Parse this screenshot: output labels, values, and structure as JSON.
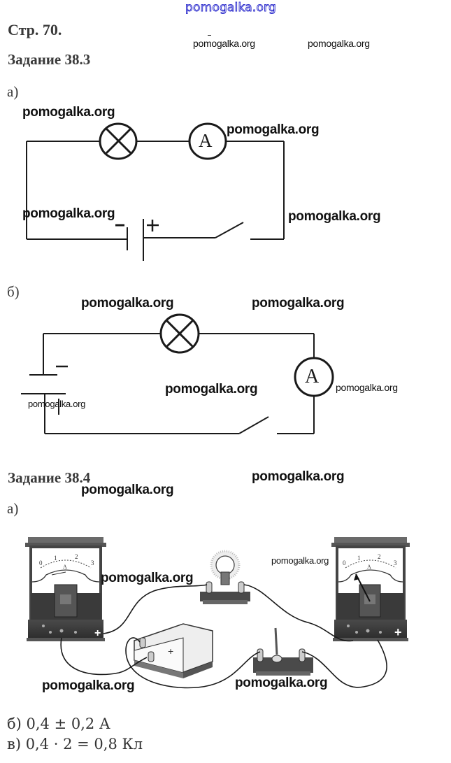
{
  "header": {
    "site_watermark": "pomogalka.org"
  },
  "page": {
    "title": "Стр. 70."
  },
  "tasks": [
    {
      "title": "Задание 38.3",
      "parts": [
        {
          "label": "а)",
          "diagram": "series circuit: battery, lamp, ammeter, open switch"
        },
        {
          "label": "б)",
          "diagram": "series circuit: battery, lamp, ammeter, open switch"
        }
      ]
    },
    {
      "title": "Задание 38.4",
      "parts": [
        {
          "label": "а)",
          "diagram": "assembled circuit: two meters, lamp, power source, switch"
        }
      ],
      "answers": [
        {
          "text": "б) 0,4 ± 0,2 А"
        },
        {
          "text": "в) 0,4 · 2 = 0,8 Кл"
        }
      ]
    }
  ],
  "symbols": {
    "ammeter_letter": "A",
    "minus": "−",
    "plus": "+"
  },
  "meters": {
    "scale_labels": [
      "0",
      "1",
      "2",
      "3"
    ],
    "unit_letter": "A"
  },
  "watermarks": {
    "text": "pomogalka.org"
  }
}
